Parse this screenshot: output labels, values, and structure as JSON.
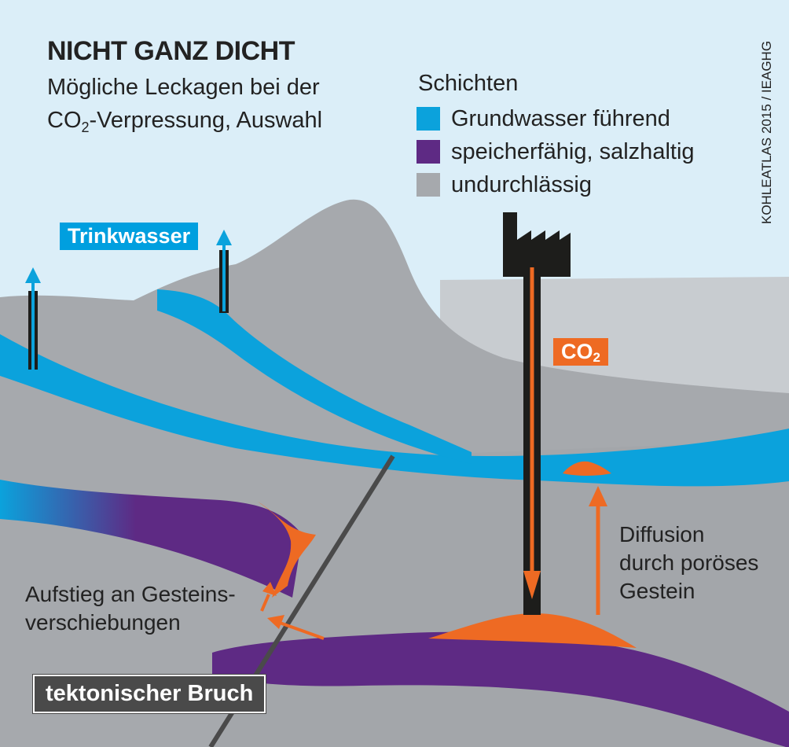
{
  "title": "NICHT GANZ DICHT",
  "subtitle": {
    "line1": "Mögliche Leckagen bei der",
    "line2_pre": "CO",
    "line2_sub": "2",
    "line2_post": "-Verpressung, Auswahl"
  },
  "legend": {
    "title": "Schichten",
    "items": [
      {
        "label": "Grundwasser führend",
        "color": "#0ba2dc"
      },
      {
        "label": "speicherfähig, salzhaltig",
        "color": "#5e2a84"
      },
      {
        "label": "undurchlässig",
        "color": "#a6a9ad"
      }
    ]
  },
  "source": "KOHLEATLAS 2015 / IEAGHG",
  "labels": {
    "trinkwasser": "Trinkwasser",
    "co2_main": "CO",
    "co2_sub": "2",
    "diffusion": [
      "Diffusion",
      "durch poröses",
      "Gestein"
    ],
    "aufstieg": [
      "Aufstieg an Gesteins-",
      "verschiebungen"
    ],
    "bruch": "tektonischer Bruch"
  },
  "colors": {
    "sky": "#dbeef8",
    "ground": "#a6a9ad",
    "ground_dark": "#9ea1a5",
    "water": "#0ba2dc",
    "saline": "#5e2a84",
    "co2": "#ee6a23",
    "fault": "#4a4a4a",
    "pipe": "#1d1d1b"
  }
}
